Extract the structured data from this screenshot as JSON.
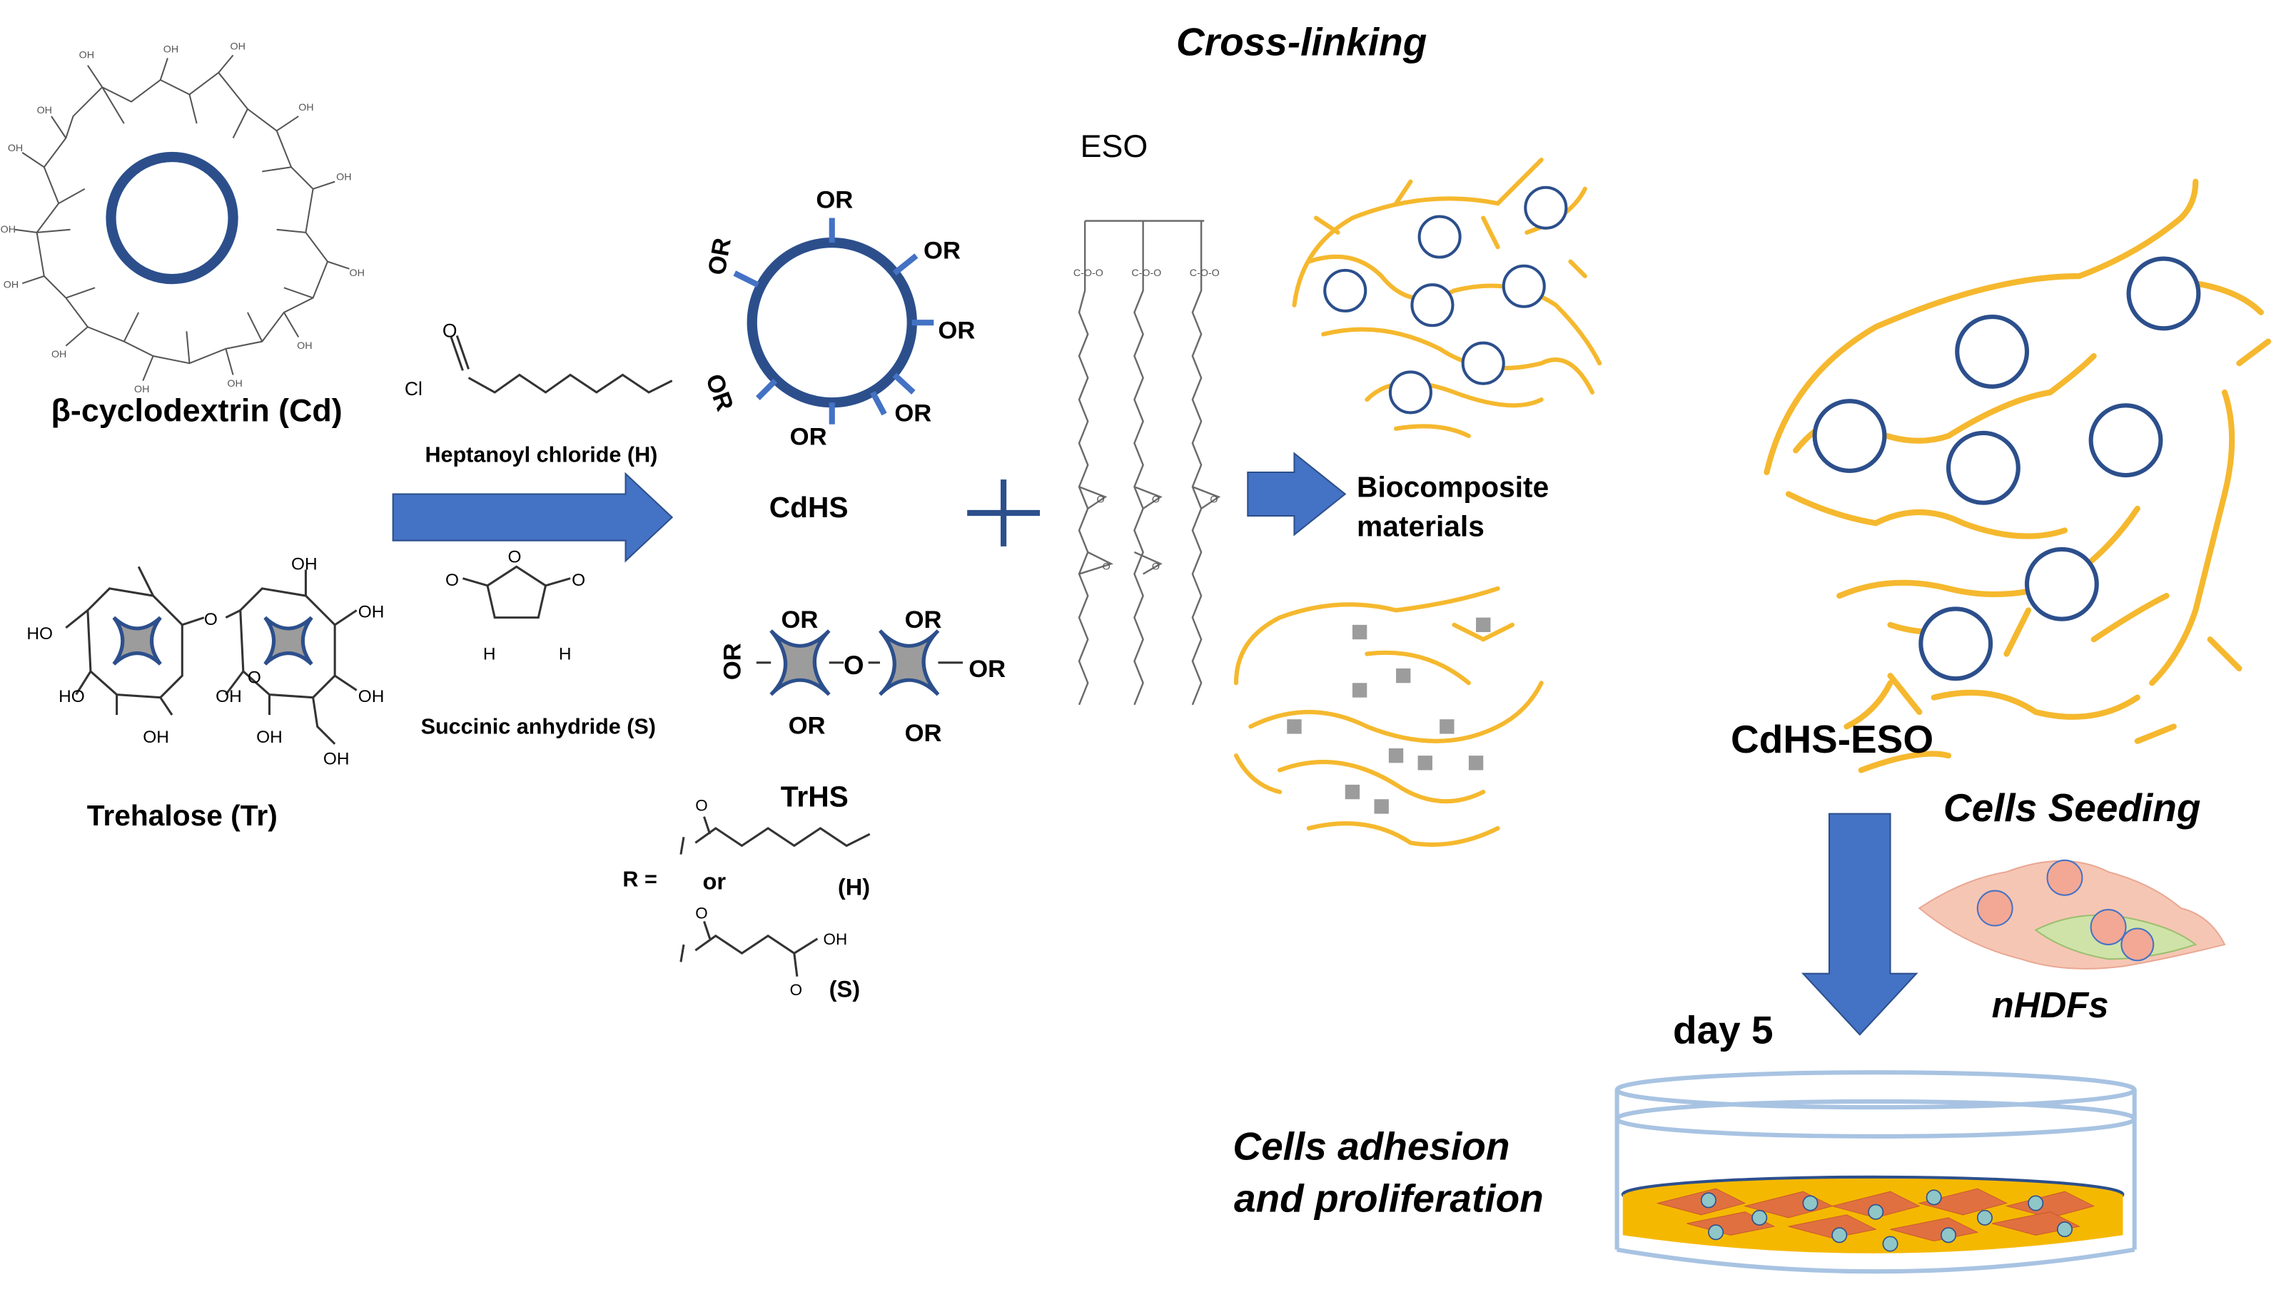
{
  "colors": {
    "ring": "#2c4f8c",
    "ring_fill": "#ffffff",
    "arrow": "#4472c4",
    "chain": "#f5b82e",
    "gray_fill": "#9c9c9c",
    "line": "#6b6b6b",
    "cell_pink": "#f6c6b4",
    "cell_green": "#cfe3a9",
    "dish_edge": "#a8c3e2",
    "dish_medium": "#f5b800"
  },
  "labels": {
    "cross_linking": "Cross-linking",
    "cyclodextrin": "β-cyclodextrin (Cd)",
    "trehalose": "Trehalose (Tr)",
    "heptanoyl": "Heptanoyl chloride (H)",
    "succinic": "Succinic anhydride (S)",
    "cdhs": "CdHS",
    "trhs": "TrHS",
    "eso": "ESO",
    "biocomposite_1": "Biocomposite",
    "biocomposite_2": "materials",
    "cdhs_eso": "CdHS-ESO",
    "cells_seeding": "Cells Seeding",
    "nhdfs": "nHDFs",
    "day5": "day 5",
    "adhesion_1": "Cells adhesion",
    "adhesion_2": "and proliferation",
    "r_eq": "R =",
    "or_word": "or",
    "h_tag": "(H)",
    "s_tag": "(S)",
    "or_group": "OR"
  },
  "chem_text": {
    "cl": "Cl",
    "o": "O",
    "h": "H",
    "oh": "OH",
    "ho": "HO",
    "ring_o": "O"
  },
  "icons": [
    "arrow-right-icon",
    "arrow-down-icon",
    "plus-icon",
    "petri-dish-icon",
    "cell-icon"
  ]
}
